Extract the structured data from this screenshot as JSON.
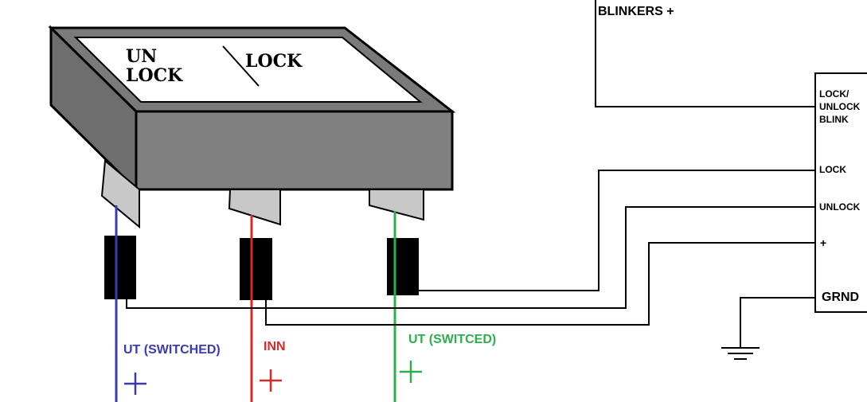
{
  "switch_face": {
    "unlock_line1": "UN",
    "unlock_line2": "LOCK",
    "lock": "LOCK"
  },
  "module": {
    "lock_unlock_blink_line1": "LOCK/",
    "lock_unlock_blink_line2": "UNLOCK",
    "lock_unlock_blink_line3": "BLINK",
    "lock": "LOCK",
    "unlock": "UNLOCK",
    "plus": "+",
    "ground": "GRND"
  },
  "blinkers": "BLINKERS +",
  "wires": {
    "left": {
      "label": "UT (SWITCHED)",
      "sign": "+",
      "color": "#3b3bb0"
    },
    "middle": {
      "label": "INN",
      "sign": "+",
      "color": "#d42a2a"
    },
    "right": {
      "label": "UT (SWITCED)",
      "sign": "+",
      "color": "#2fae4e"
    }
  }
}
